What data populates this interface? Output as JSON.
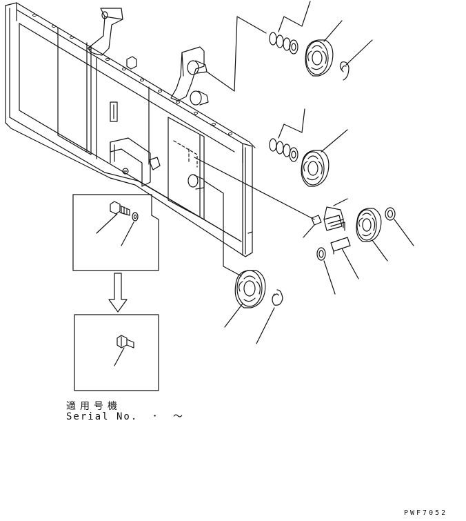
{
  "diagram": {
    "applicability_label_jp": "適用号機",
    "serial_label": "Serial No.  ･  ～",
    "drawing_code": "PWF7052",
    "line_color": "#111111",
    "background": "#ffffff"
  }
}
